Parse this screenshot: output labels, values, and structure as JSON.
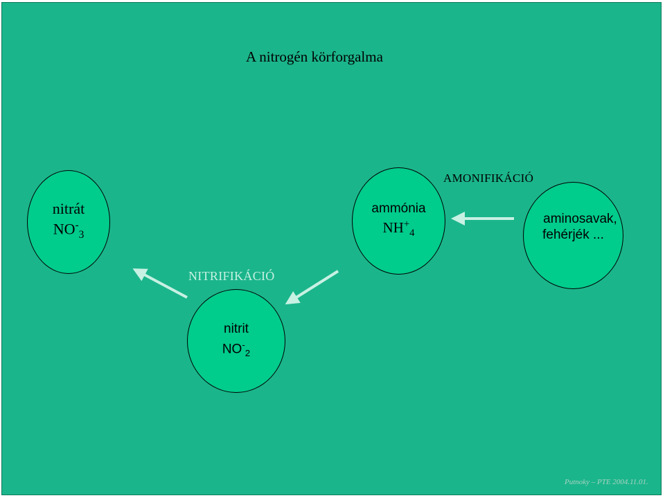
{
  "title": "A nitrogén körforgalma",
  "nodes": {
    "nitrat": {
      "name": "nitrát",
      "formula_base": "NO",
      "formula_sup": "-",
      "formula_sub": "3"
    },
    "ammonia": {
      "name": "ammónia",
      "formula_base": "NH",
      "formula_sup": "+",
      "formula_sub": "4"
    },
    "amino": {
      "line1": "aminosavak,",
      "line2": "fehérjék ..."
    },
    "nitrit": {
      "name": "nitrit",
      "formula_base": "NO",
      "formula_sup": "-",
      "formula_sub": "2"
    }
  },
  "processes": {
    "ammonification": "AMONIFIKÁCIÓ",
    "nitrification": "NITRIFIKÁCIÓ"
  },
  "footer": "Putnoky – PTE 2004.11.01.",
  "colors": {
    "background": "#1bb58b",
    "node_fill": "#00cc8c",
    "arrow": "#c7f1e3"
  }
}
